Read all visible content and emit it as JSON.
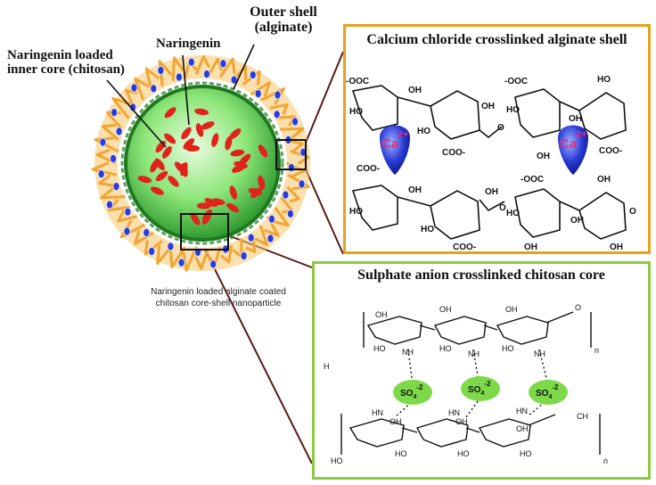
{
  "labels": {
    "outer_shell": "Outer shell",
    "outer_shell_sub": "(alginate)",
    "naringenin": "Naringenin",
    "inner_core_1": "Naringenin loaded",
    "inner_core_2": "inner core (chitosan)",
    "caption_1": "Naringenin loaded alginate coated",
    "caption_2": "chitosan core-shell nanoparticle"
  },
  "panels": {
    "alginate": {
      "title": "Calcium chloride crosslinked alginate shell",
      "border_color": "#e6a11d",
      "ion_label": "Ca",
      "ion_charge": "2+",
      "groups": {
        "coo_minus_left": "-OOC",
        "coo_minus_mid": "-OOC",
        "coo_minus": "COO-",
        "oh": "OH",
        "ho": "HO",
        "o": "O"
      }
    },
    "chitosan": {
      "title": "Sulphate anion crosslinked chitosan core",
      "border_color": "#8ccb3f",
      "sulfate_label": "SO",
      "sulfate_sub": "4",
      "sulfate_charge": "-2",
      "groups": {
        "oh": "OH",
        "ho": "HO",
        "nh": "NH",
        "hn": "HN",
        "ch3": "CH",
        "h3c": "H",
        "o": "O",
        "n": "n"
      }
    }
  },
  "colors": {
    "core": "#7be06a",
    "drug": "#e0241b",
    "shell": "#f2a531",
    "ion": "#2a3bd6",
    "sulfate": "#7ed94a",
    "connector": "#5a1a16"
  }
}
